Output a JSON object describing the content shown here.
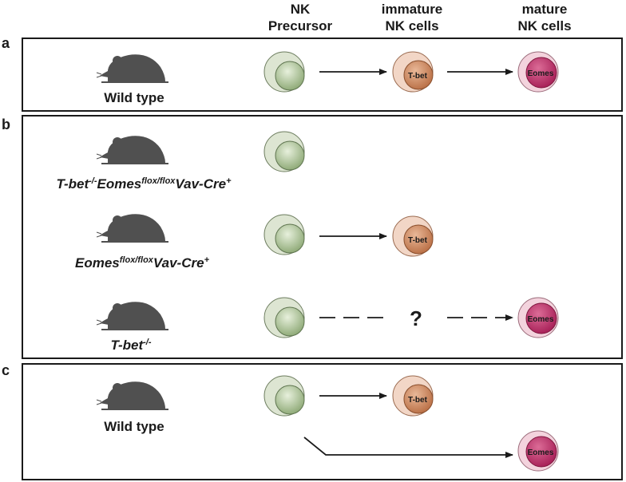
{
  "headers": {
    "precursor": [
      "NK",
      "Precursor"
    ],
    "immature": [
      "immature",
      "NK cells"
    ],
    "mature": [
      "mature",
      "NK cells"
    ]
  },
  "panels": {
    "a": {
      "label": "a",
      "mouse_label": "Wild type"
    },
    "b": {
      "label": "b",
      "rows": [
        {
          "base1": "T-bet",
          "sup1": "-/-",
          "base2": "Eomes",
          "sup2": "flox/flox",
          "base3": "Vav-Cre",
          "sup3": "+"
        },
        {
          "base1": "Eomes",
          "sup1": "flox/flox",
          "base2": "Vav-Cre",
          "sup2": "+"
        },
        {
          "base1": "T-bet",
          "sup1": "-/-",
          "question": "?"
        }
      ]
    },
    "c": {
      "label": "c",
      "mouse_label": "Wild type"
    }
  },
  "nucleus_labels": {
    "immature": "T-bet",
    "mature": "Eomes"
  },
  "colors": {
    "precursor_outer": "#dde5d2",
    "precursor_nucleus": "#93ad7b",
    "immature_outer": "#f2d6c6",
    "immature_nucleus": "#c0774d",
    "mature_outer": "#f3d3dd",
    "mature_nucleus": "#b3245e",
    "mouse": "#505050",
    "stroke": "#1a1a1a"
  }
}
